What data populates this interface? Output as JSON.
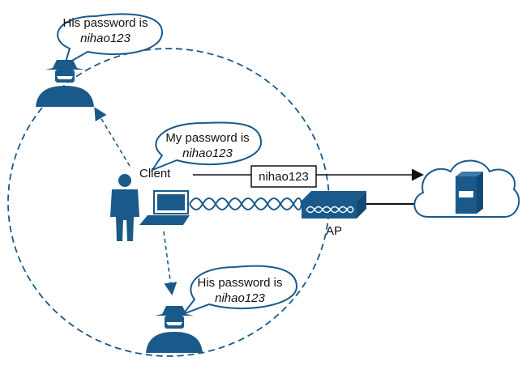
{
  "bubbles": {
    "top_attacker": {
      "line1": "His password is",
      "line2": "nihao123"
    },
    "client": {
      "line1": "My password is",
      "line2": "nihao123"
    },
    "bottom_attacker": {
      "line1": "His password is",
      "line2": "nihao123"
    }
  },
  "labels": {
    "client": "Client",
    "ap": "AP",
    "packet": "nihao123"
  },
  "icons": [
    "hacker-icon",
    "user-icon",
    "laptop-icon",
    "access-point-icon",
    "server-icon",
    "cloud-icon"
  ],
  "colors": {
    "primary": "#1a5a8a",
    "outline": "#1a5a8a",
    "link": "#111111"
  }
}
